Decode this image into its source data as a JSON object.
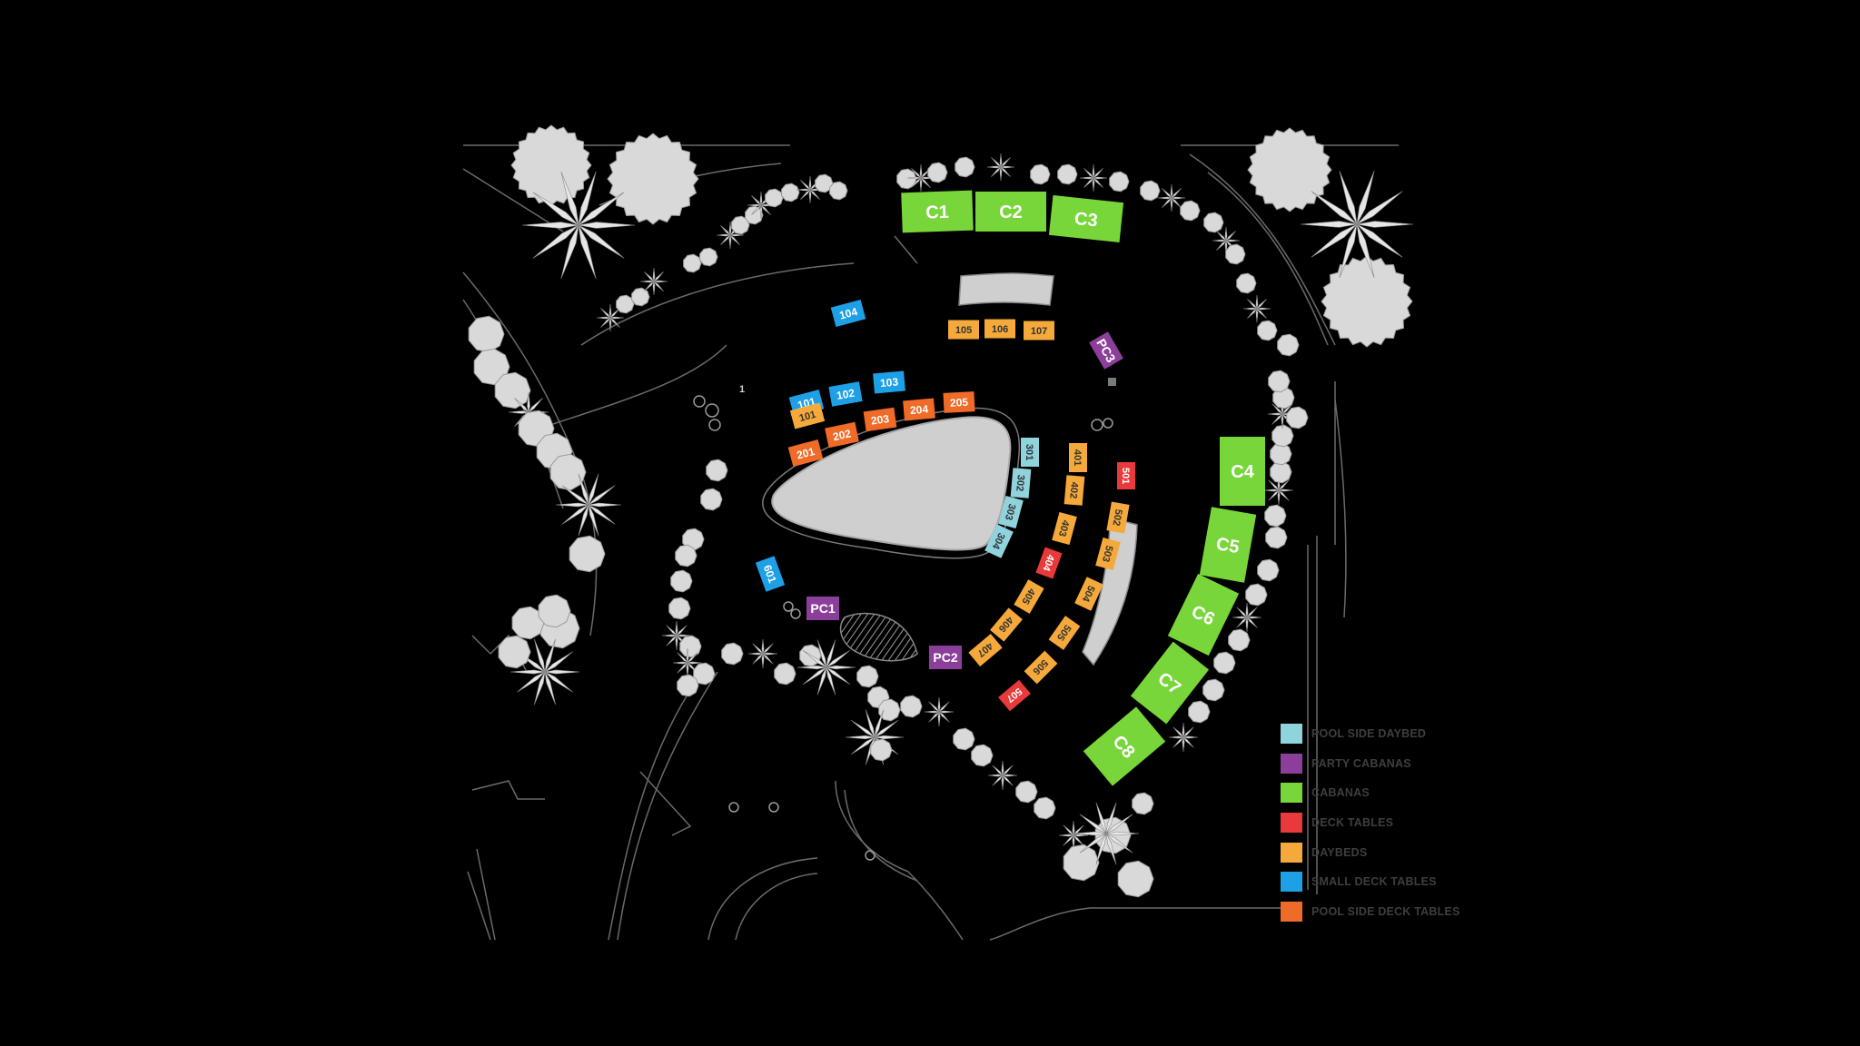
{
  "colors": {
    "pool_side_daybed": "#8fd3dc",
    "party_cabana": "#8c3f9a",
    "cabana": "#78d63a",
    "deck_table": "#e83a3a",
    "daybed": "#f5a93a",
    "small_deck_table": "#1ea0e6",
    "pool_side_deck_table": "#f06a28",
    "pool": "#cfcfcf",
    "plant": "#d9d9d9"
  },
  "legend": [
    {
      "label": "POOL SIDE DAYBED",
      "color": "#8fd3dc"
    },
    {
      "label": "PARTY CABANAS",
      "color": "#8c3f9a"
    },
    {
      "label": "CABANAS",
      "color": "#78d63a"
    },
    {
      "label": "DECK TABLES",
      "color": "#e83a3a"
    },
    {
      "label": "DAYBEDS",
      "color": "#f5a93a"
    },
    {
      "label": "SMALL DECK TABLES",
      "color": "#1ea0e6"
    },
    {
      "label": "POOL SIDE DECK TABLES",
      "color": "#f06a28"
    }
  ],
  "marker_label": "1",
  "cabanas": [
    "C1",
    "C2",
    "C3",
    "C4",
    "C5",
    "C6",
    "C7",
    "C8"
  ],
  "party_cabanas": [
    "PC1",
    "PC2",
    "PC3"
  ],
  "small_deck_tables": [
    "101",
    "102",
    "103",
    "104"
  ],
  "daybeds_top": [
    "101",
    "105",
    "106",
    "107"
  ],
  "pool_side_deck_tables": [
    "201",
    "202",
    "203",
    "204",
    "205"
  ],
  "pool_side_daybeds": [
    "301",
    "302",
    "303",
    "304"
  ],
  "daybeds_row4": [
    "401",
    "402",
    "403",
    "405",
    "406",
    "407"
  ],
  "deck_tables_row4": [
    "404"
  ],
  "daybeds_row5": [
    "502",
    "503",
    "504",
    "505",
    "506"
  ],
  "deck_tables_row5": [
    "501",
    "507"
  ],
  "small_deck_tables_left": [
    "601"
  ]
}
